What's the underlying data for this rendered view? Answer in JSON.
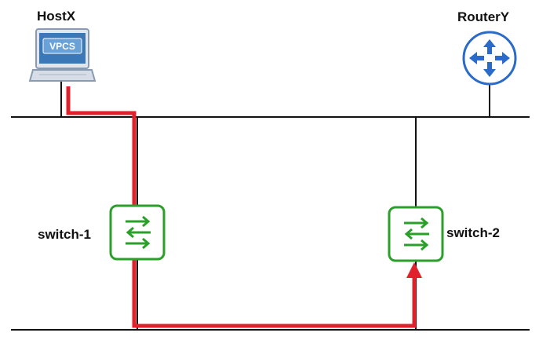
{
  "nodes": {
    "host": {
      "label": "HostX",
      "screen_text": "VPCS"
    },
    "router": {
      "label": "RouterY"
    },
    "switch1": {
      "label": "switch-1"
    },
    "switch2": {
      "label": "switch-2"
    }
  },
  "colors": {
    "wire": "#111111",
    "path": "#e0202a",
    "switch": "#2aa02a",
    "router": "#2a6ac8",
    "monitor": "#8a9ab0",
    "screen": "#3a78b8"
  },
  "icons": {
    "host": "vpcs-laptop-icon",
    "router": "router-icon",
    "switch": "switch-icon"
  }
}
